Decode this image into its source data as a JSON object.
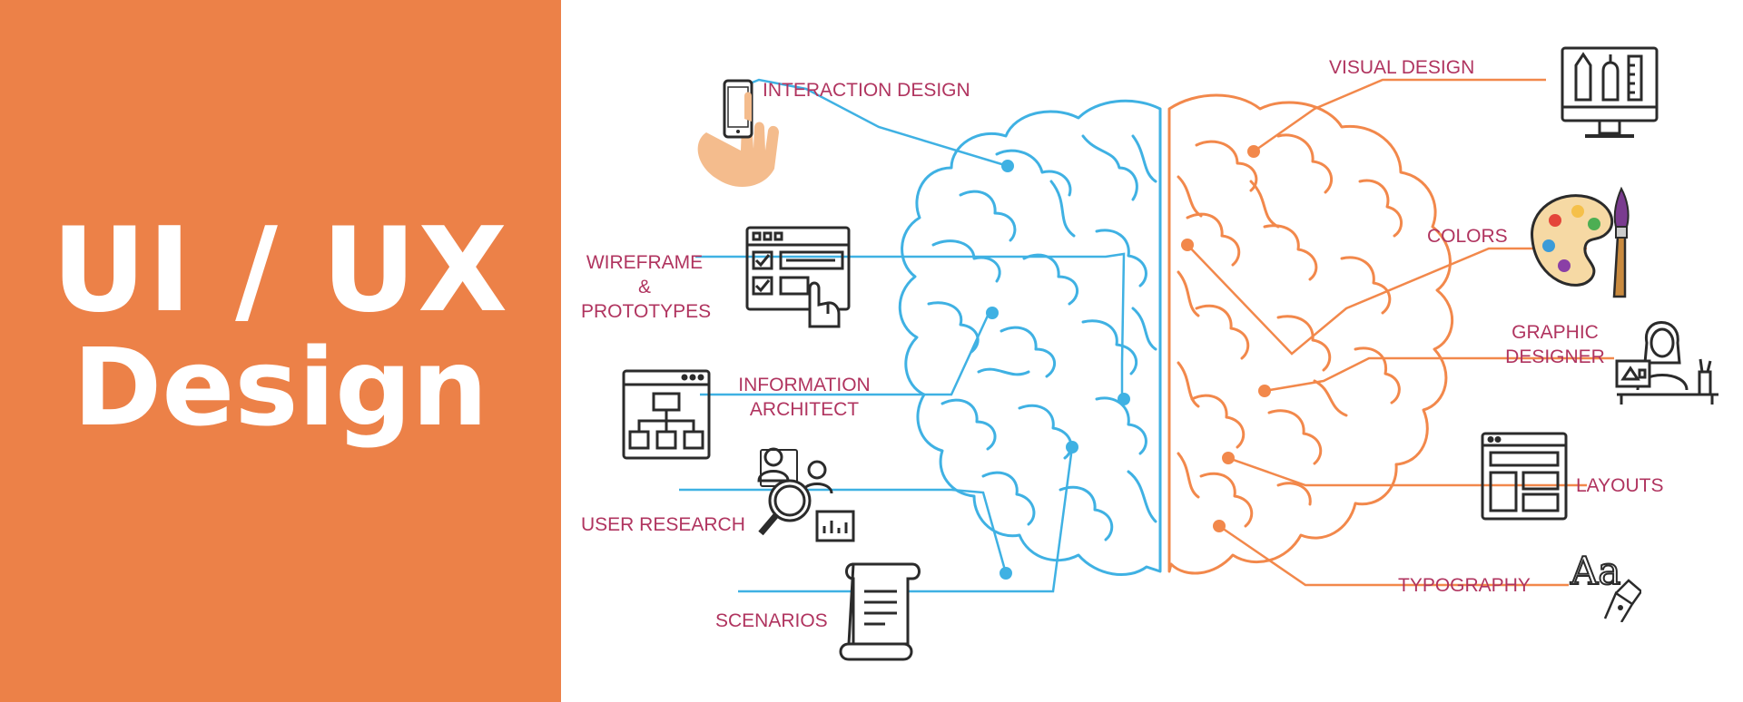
{
  "headline": {
    "line1": "UI / UX",
    "line2": "Design"
  },
  "colors": {
    "panel": "#EC8148",
    "left_brain": "#3FB1E3",
    "right_brain": "#F2884B",
    "label": "#B0345F",
    "icon": "#2b2b2b"
  },
  "left_labels": {
    "interaction": "INTERACTION DESIGN",
    "wireframe": "WIREFRAME &\nPROTOTYPES",
    "information": "INFORMATION\nARCHITECT",
    "user_research": "USER RESEARCH",
    "scenarios": "SCENARIOS"
  },
  "right_labels": {
    "visual": "VISUAL DESIGN",
    "colors": "COLORS",
    "graphic": "GRAPHIC\nDESIGNER",
    "layouts": "LAYOUTS",
    "typography": "TYPOGRAPHY"
  },
  "icons": {
    "interaction": "hand-phone-icon",
    "wireframe": "wireframe-click-icon",
    "information": "sitemap-icon",
    "user_research": "user-research-magnifier-icon",
    "scenarios": "scroll-document-icon",
    "visual": "monitor-design-tools-icon",
    "colors": "palette-brush-icon",
    "graphic": "graphic-designer-icon",
    "layouts": "layout-window-icon",
    "typography": "typography-aa-pen-icon",
    "typography_glyph": "Aa"
  }
}
